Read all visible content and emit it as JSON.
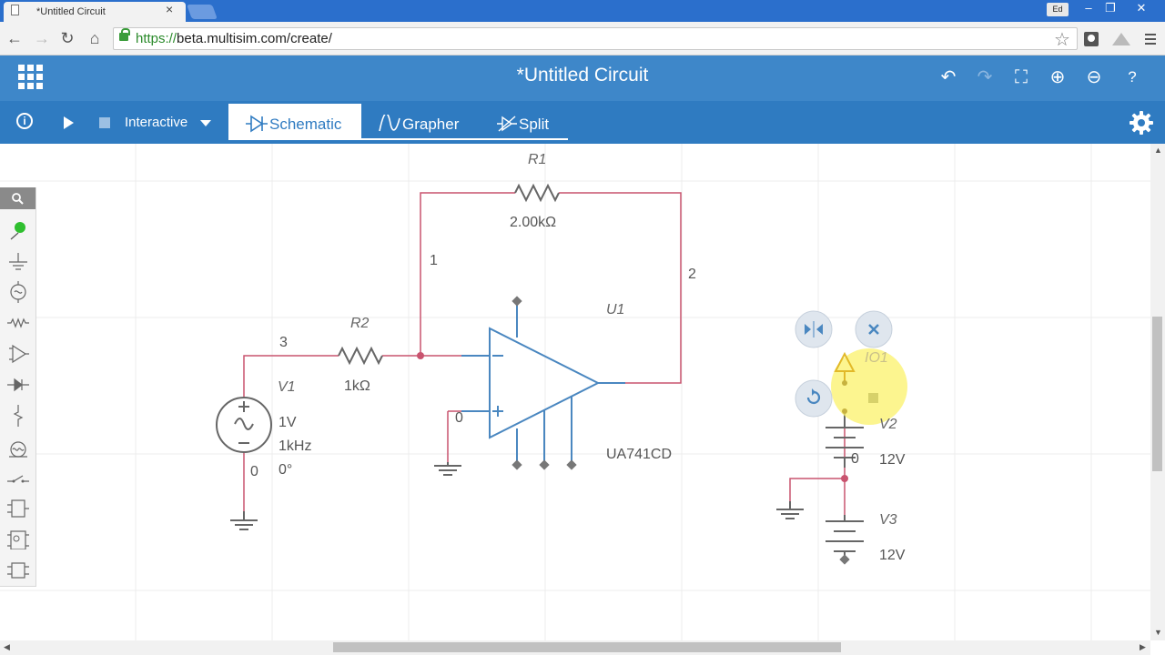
{
  "browser": {
    "tab_title": "*Untitled Circuit",
    "url_protocol": "https://",
    "url_rest": "beta.multisim.com/create/",
    "user_badge": "Ed"
  },
  "app": {
    "title": "*Untitled Circuit",
    "accent_color": "#3e87c9",
    "wire_color": "#c9546f",
    "component_color": "#4a87c0"
  },
  "toolbar": {
    "mode": "Interactive",
    "tabs": [
      {
        "label": "Schematic",
        "active": true
      },
      {
        "label": "Grapher",
        "active": false
      },
      {
        "label": "Split",
        "active": false
      }
    ]
  },
  "palette": {
    "items": [
      "search-icon",
      "probe-icon",
      "ground-icon",
      "source-icon",
      "resistor-icon",
      "opamp-icon",
      "diode-icon",
      "transistor-icon",
      "meter-icon",
      "switch-icon",
      "digital-icon",
      "ic-icon",
      "connector-icon"
    ]
  },
  "schematic": {
    "R1": {
      "name": "R1",
      "value": "2.00kΩ"
    },
    "R2": {
      "name": "R2",
      "value": "1kΩ"
    },
    "U1": {
      "name": "U1",
      "part": "UA741CD"
    },
    "V1": {
      "name": "V1",
      "amplitude": "1V",
      "frequency": "1kHz",
      "phase": "0°"
    },
    "V2": {
      "name": "V2",
      "value": "12V"
    },
    "V3": {
      "name": "V3",
      "value": "12V"
    },
    "IO1": {
      "name": "IO1"
    },
    "nets": {
      "n1": "1",
      "n2": "2",
      "n3": "3",
      "n0a": "0",
      "n0b": "0",
      "n0c": "0"
    }
  }
}
